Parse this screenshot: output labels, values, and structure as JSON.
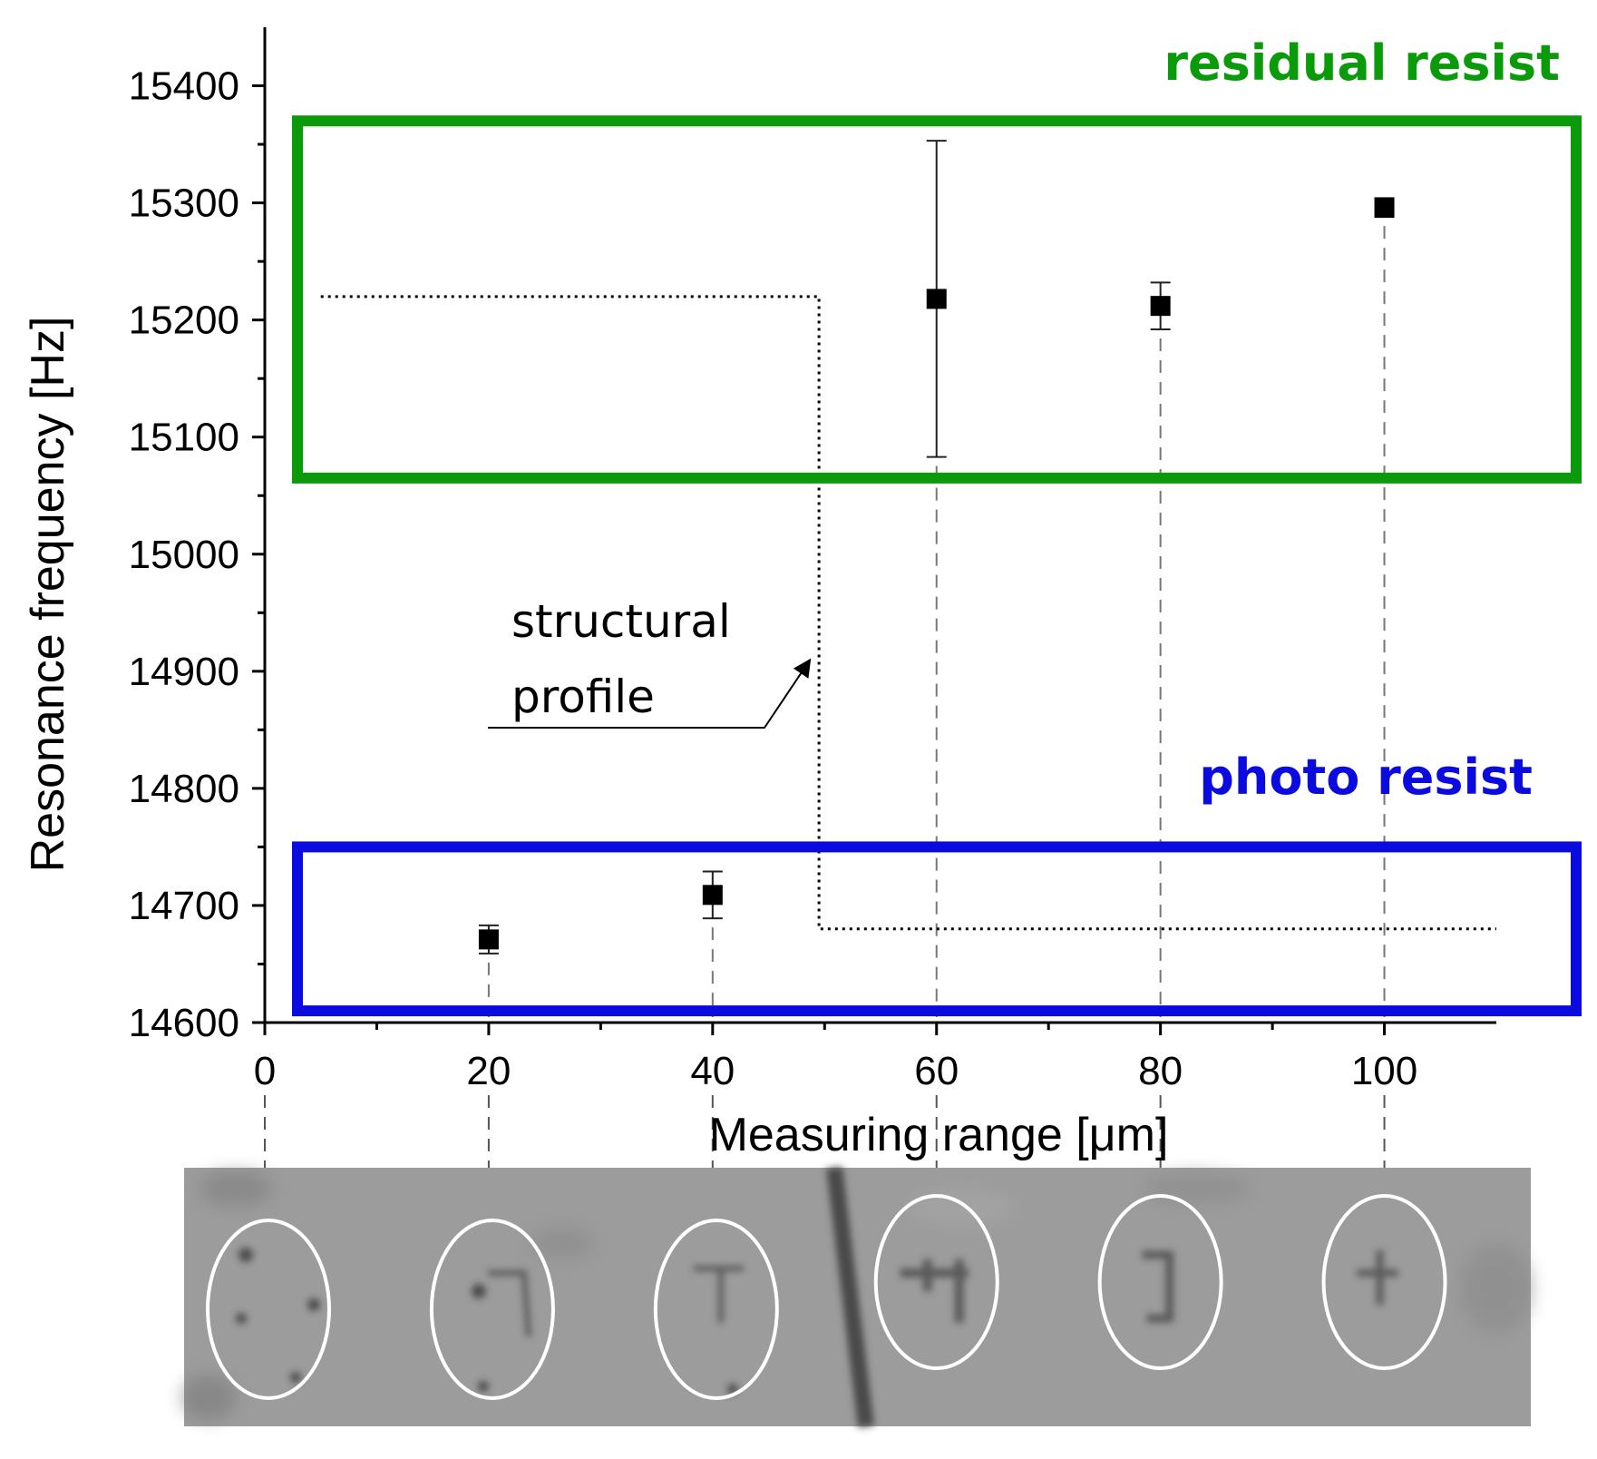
{
  "colors": {
    "residual_box": "#0a9a0a",
    "photo_box": "#0b0be0",
    "marker": "#000000",
    "photo_background": "#9c9c9c"
  },
  "chart_data": {
    "type": "scatter",
    "xlabel": "Measuring range [μm]",
    "ylabel": "Resonance frequency [Hz]",
    "xlim": [
      0,
      110
    ],
    "ylim": [
      14600,
      15450
    ],
    "x_ticks": [
      0,
      20,
      40,
      60,
      80,
      100
    ],
    "y_ticks": [
      14600,
      14700,
      14800,
      14900,
      15000,
      15100,
      15200,
      15300,
      15400
    ],
    "x_minor_ticks": [
      10,
      30,
      50,
      70,
      90
    ],
    "y_minor_ticks": [
      14650,
      14750,
      14850,
      14950,
      15050,
      15150,
      15250,
      15350
    ],
    "points": [
      {
        "x": 20,
        "y": 14671,
        "err": 12
      },
      {
        "x": 40,
        "y": 14709,
        "err": 20
      },
      {
        "x": 60,
        "y": 15218,
        "err": 135
      },
      {
        "x": 80,
        "y": 15212,
        "err": 20
      },
      {
        "x": 100,
        "y": 15296,
        "err": 8
      }
    ],
    "structural_profile": {
      "x": [
        5,
        49.5,
        49.5,
        110
      ],
      "y": [
        15220,
        15220,
        14680,
        14680
      ]
    },
    "regions": [
      {
        "label": "residual resist",
        "color": "#0a9a0a",
        "y_range": [
          15065,
          15370
        ]
      },
      {
        "label": "photo resist",
        "color": "#0b0be0",
        "y_range": [
          14610,
          14750
        ]
      }
    ],
    "annotation": {
      "line1": "structural",
      "line2": "profile"
    }
  },
  "photo_strip": {
    "marked_positions": [
      0,
      20,
      40,
      60,
      80,
      100
    ]
  }
}
